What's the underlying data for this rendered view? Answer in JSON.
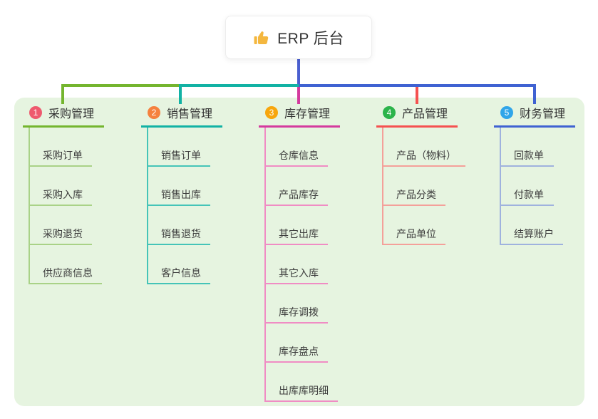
{
  "root": {
    "label": "ERP 后台",
    "icon": "thumbs-up-icon",
    "icon_color": "#f4b73f",
    "line_color": "#4a5fd0"
  },
  "branches": [
    {
      "index": "1",
      "label": "采购管理",
      "colors": {
        "main": "#74b52e",
        "light": "#a9d287",
        "badge": "#ee5a6e"
      },
      "children": [
        "采购订单",
        "采购入库",
        "采购退货",
        "供应商信息"
      ]
    },
    {
      "index": "2",
      "label": "销售管理",
      "colors": {
        "main": "#12b2a4",
        "light": "#45c4b8",
        "badge": "#f5813e"
      },
      "children": [
        "销售订单",
        "销售出库",
        "销售退货",
        "客户信息"
      ]
    },
    {
      "index": "3",
      "label": "库存管理",
      "colors": {
        "main": "#d43a9e",
        "light": "#f08cc4",
        "badge": "#f7a60d"
      },
      "children": [
        "仓库信息",
        "产品库存",
        "其它出库",
        "其它入库",
        "库存调拨",
        "库存盘点",
        "出库库明细"
      ]
    },
    {
      "index": "4",
      "label": "产品管理",
      "colors": {
        "main": "#f55150",
        "light": "#f4a09a",
        "badge": "#2cb44b"
      },
      "children": [
        "产品（物料）",
        "产品分类",
        "产品单位"
      ]
    },
    {
      "index": "5",
      "label": "财务管理",
      "colors": {
        "main": "#3f62d2",
        "light": "#9fb2de",
        "badge": "#30a5e9"
      },
      "children": [
        "回款单",
        "付款单",
        "结算账户"
      ]
    }
  ]
}
